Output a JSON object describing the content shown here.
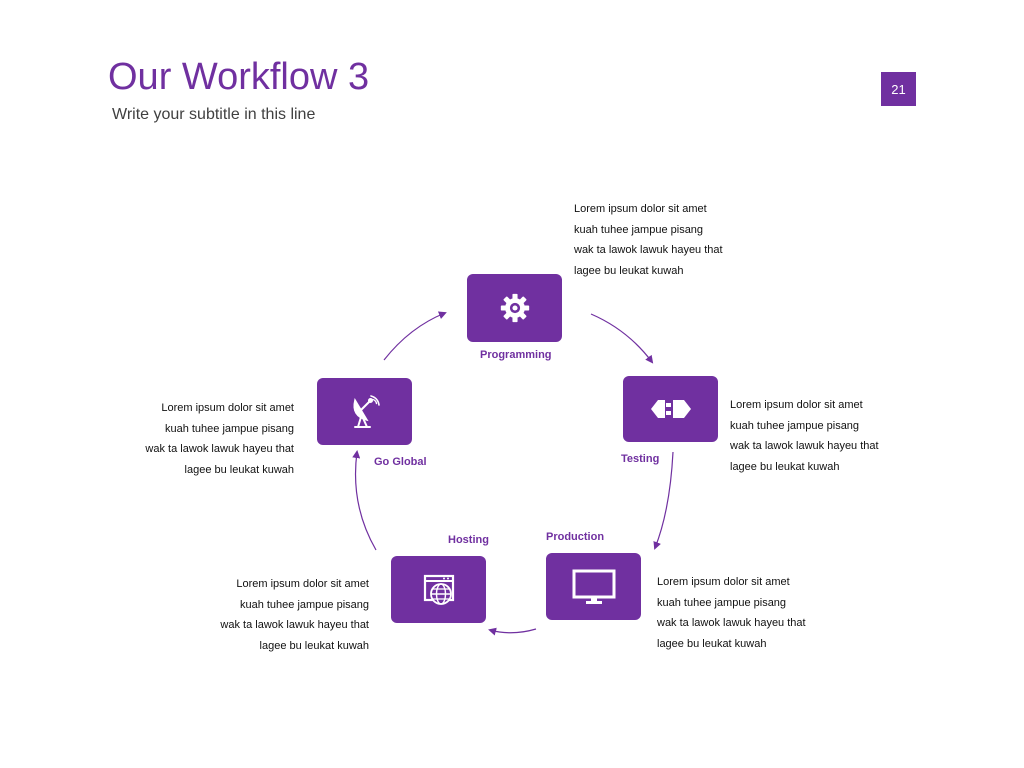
{
  "slide": {
    "title": "Our Workflow 3",
    "subtitle": "Write your subtitle in this line",
    "page_number": "21",
    "accent_color": "#7030a0"
  },
  "steps": [
    {
      "id": "programming",
      "label": "Programming",
      "icon": "gear-icon",
      "description": [
        "Lorem ipsum dolor sit amet",
        "kuah tuhee jampue pisang",
        "wak ta lawok lawuk hayeu that",
        "lagee bu leukat kuwah"
      ]
    },
    {
      "id": "testing",
      "label": "Testing",
      "icon": "plug-icon",
      "description": [
        "Lorem ipsum dolor sit amet",
        "kuah tuhee jampue pisang",
        "wak ta lawok lawuk hayeu that",
        "lagee bu leukat kuwah"
      ]
    },
    {
      "id": "production",
      "label": "Production",
      "icon": "monitor-icon",
      "description": [
        "Lorem ipsum dolor sit amet",
        "kuah tuhee jampue pisang",
        "wak ta lawok lawuk hayeu that",
        "lagee bu leukat kuwah"
      ]
    },
    {
      "id": "hosting",
      "label": "Hosting",
      "icon": "web-globe-icon",
      "description": [
        "Lorem ipsum dolor sit amet",
        "kuah tuhee jampue pisang",
        "wak ta lawok lawuk hayeu that",
        "lagee bu leukat kuwah"
      ]
    },
    {
      "id": "go-global",
      "label": "Go Global",
      "icon": "satellite-dish-icon",
      "description": [
        "Lorem ipsum dolor sit amet",
        "kuah tuhee jampue pisang",
        "wak ta lawok lawuk hayeu that",
        "lagee bu leukat kuwah"
      ]
    }
  ]
}
